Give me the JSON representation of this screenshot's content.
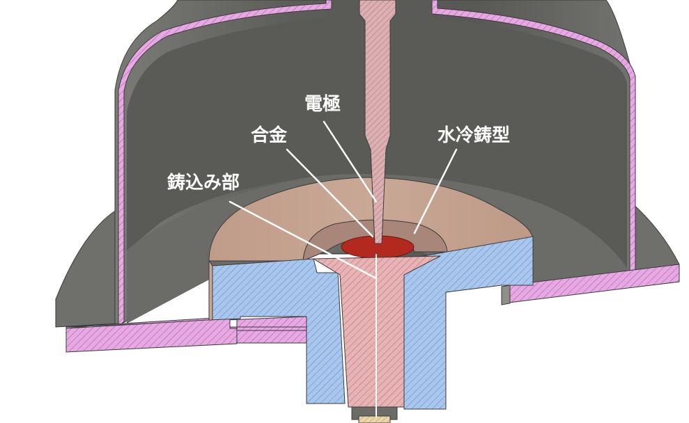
{
  "labels": {
    "electrode": "電極",
    "alloy": "合金",
    "water_cooled_mold": "水冷鋳型",
    "casting_section": "鋳込み部"
  },
  "colors": {
    "background": "#ffffff",
    "chamber_interior": "#5e5e5b",
    "chamber_outer": "#6f6f6b",
    "chamber_wall_section": "#e7a8e4",
    "mold_top": "#c6a491",
    "mold_section": "#a9c6ef",
    "casting_section": "#e8b3b5",
    "electrode": "#dcb0b3",
    "molten_alloy": "#b22a1f",
    "label_text": "#ffffff"
  }
}
